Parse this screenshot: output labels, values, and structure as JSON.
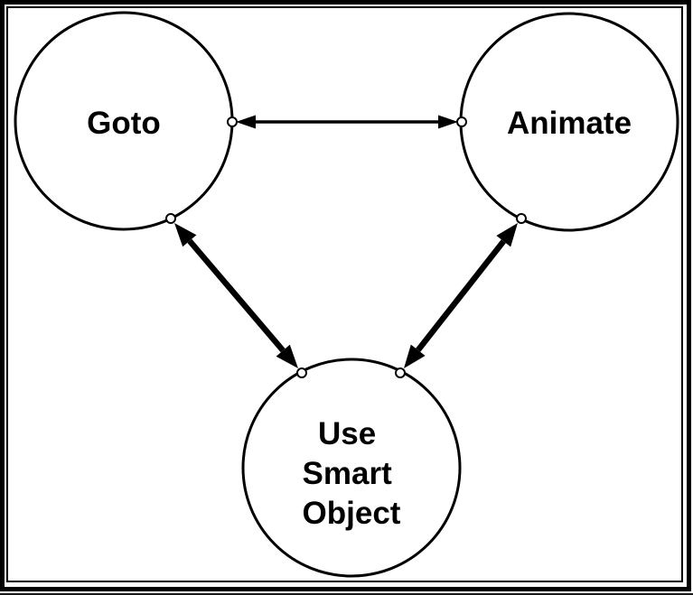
{
  "diagram": {
    "background_color": "#ffffff",
    "line_color": "#000000",
    "nodes": [
      {
        "id": "goto",
        "label": "Goto"
      },
      {
        "id": "animate",
        "label": "Animate"
      },
      {
        "id": "use-smart-object",
        "label": "Use Smart Object",
        "label_lines": [
          "Use",
          "Smart",
          "Object"
        ]
      }
    ],
    "edges": [
      {
        "from": "goto",
        "to": "animate",
        "style": "double-headed-arrow",
        "weight": "thin",
        "endpoint_marker": "small-circle"
      },
      {
        "from": "goto",
        "to": "use-smart-object",
        "style": "double-headed-arrow",
        "weight": "thick",
        "endpoint_marker": "small-circle"
      },
      {
        "from": "animate",
        "to": "use-smart-object",
        "style": "double-headed-arrow",
        "weight": "thick",
        "endpoint_marker": "small-circle"
      }
    ]
  }
}
